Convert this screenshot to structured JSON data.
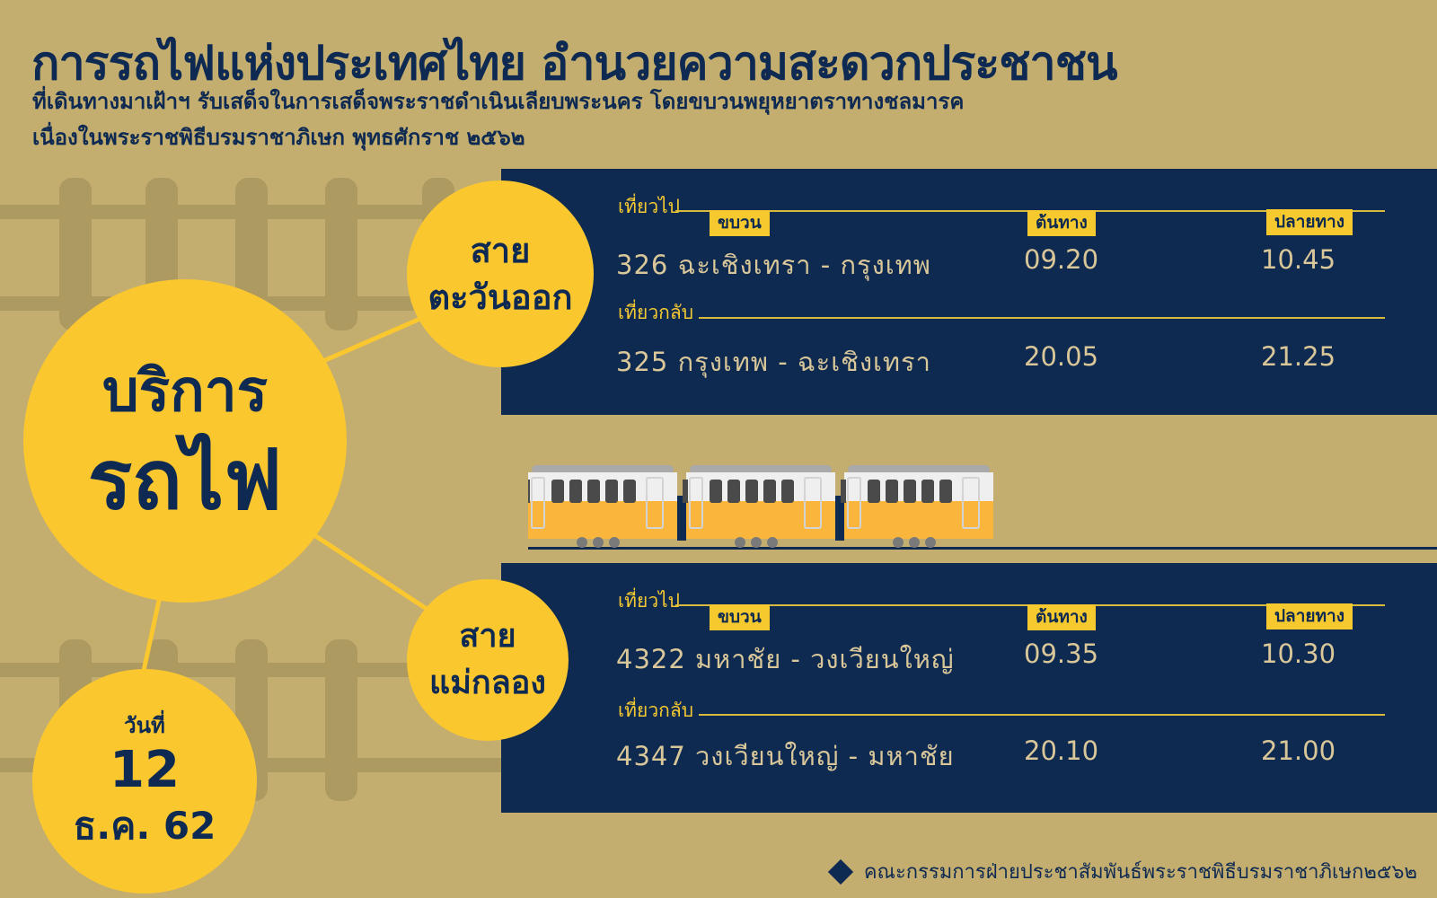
{
  "header": {
    "title": "การรถไฟแห่งประเทศไทย อำนวยความสะดวกประชาชน",
    "subtitle_line1": "ที่เดินทางมาเฝ้าฯ รับเสด็จในการเสด็จพระราชดำเนินเลียบพระนคร โดยขบวนพยุหยาตราทางชลมารค",
    "subtitle_line2": "เนื่องในพระราชพิธีบรมราชาภิเษก พุทธศักราช ๒๕๖๒"
  },
  "main_badge": {
    "line1": "บริการ",
    "line2": "รถไฟ"
  },
  "date_badge": {
    "label": "วันที่",
    "day": "12",
    "month_year": "ธ.ค. 62"
  },
  "labels": {
    "outbound": "เที่ยวไป",
    "return": "เที่ยวกลับ",
    "train_col": "ขบวน",
    "origin_col": "ต้นทาง",
    "dest_col": "ปลายทาง"
  },
  "east_line": {
    "badge_line1": "สาย",
    "badge_line2": "ตะวันออก",
    "outbound": {
      "route": "326 ฉะเชิงเทรา - กรุงเทพ",
      "depart": "09.20",
      "arrive": "10.45"
    },
    "return": {
      "route": "325 กรุงเทพ - ฉะเชิงเทรา",
      "depart": "20.05",
      "arrive": "21.25"
    }
  },
  "maeklong_line": {
    "badge_line1": "สาย",
    "badge_line2": "แม่กลอง",
    "outbound": {
      "route": "4322 มหาชัย - วงเวียนใหญ่",
      "depart": "09.35",
      "arrive": "10.30"
    },
    "return": {
      "route": "4347 วงเวียนใหญ่ - มหาชัย",
      "depart": "20.10",
      "arrive": "21.00"
    }
  },
  "footer": {
    "credit": "คณะกรรมการฝ่ายประชาสัมพันธ์พระราชพิธีบรมราชาภิเษก๒๕๖๒"
  },
  "colors": {
    "background": "#c3ae6f",
    "navy": "#0e2a50",
    "yellow": "#fbc72f",
    "time_text": "#d9c79a"
  },
  "icons": [
    "railway-track-icon",
    "train-icon",
    "diamond-bullet-icon"
  ]
}
